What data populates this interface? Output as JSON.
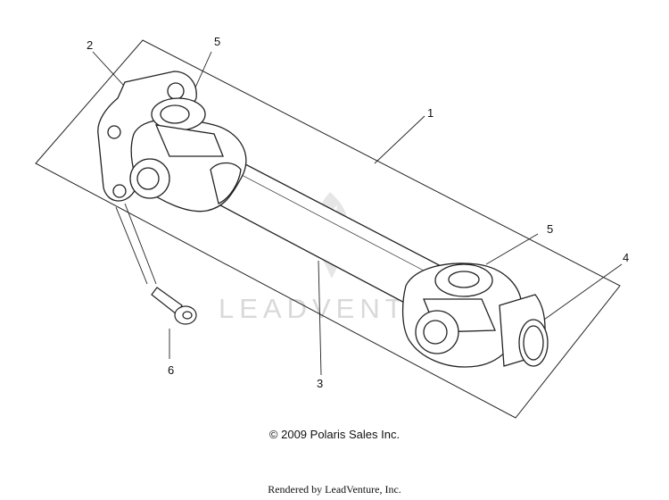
{
  "diagram": {
    "callouts": [
      {
        "id": "1",
        "label": "1"
      },
      {
        "id": "2",
        "label": "2"
      },
      {
        "id": "3",
        "label": "3"
      },
      {
        "id": "4",
        "label": "4"
      },
      {
        "id": "5a",
        "label": "5"
      },
      {
        "id": "5b",
        "label": "5"
      },
      {
        "id": "6",
        "label": "6"
      }
    ],
    "watermark": "LEADVENTURE",
    "copyright": "© 2009 Polaris Sales Inc.",
    "rendered_by": "Rendered by LeadVenture, Inc."
  }
}
